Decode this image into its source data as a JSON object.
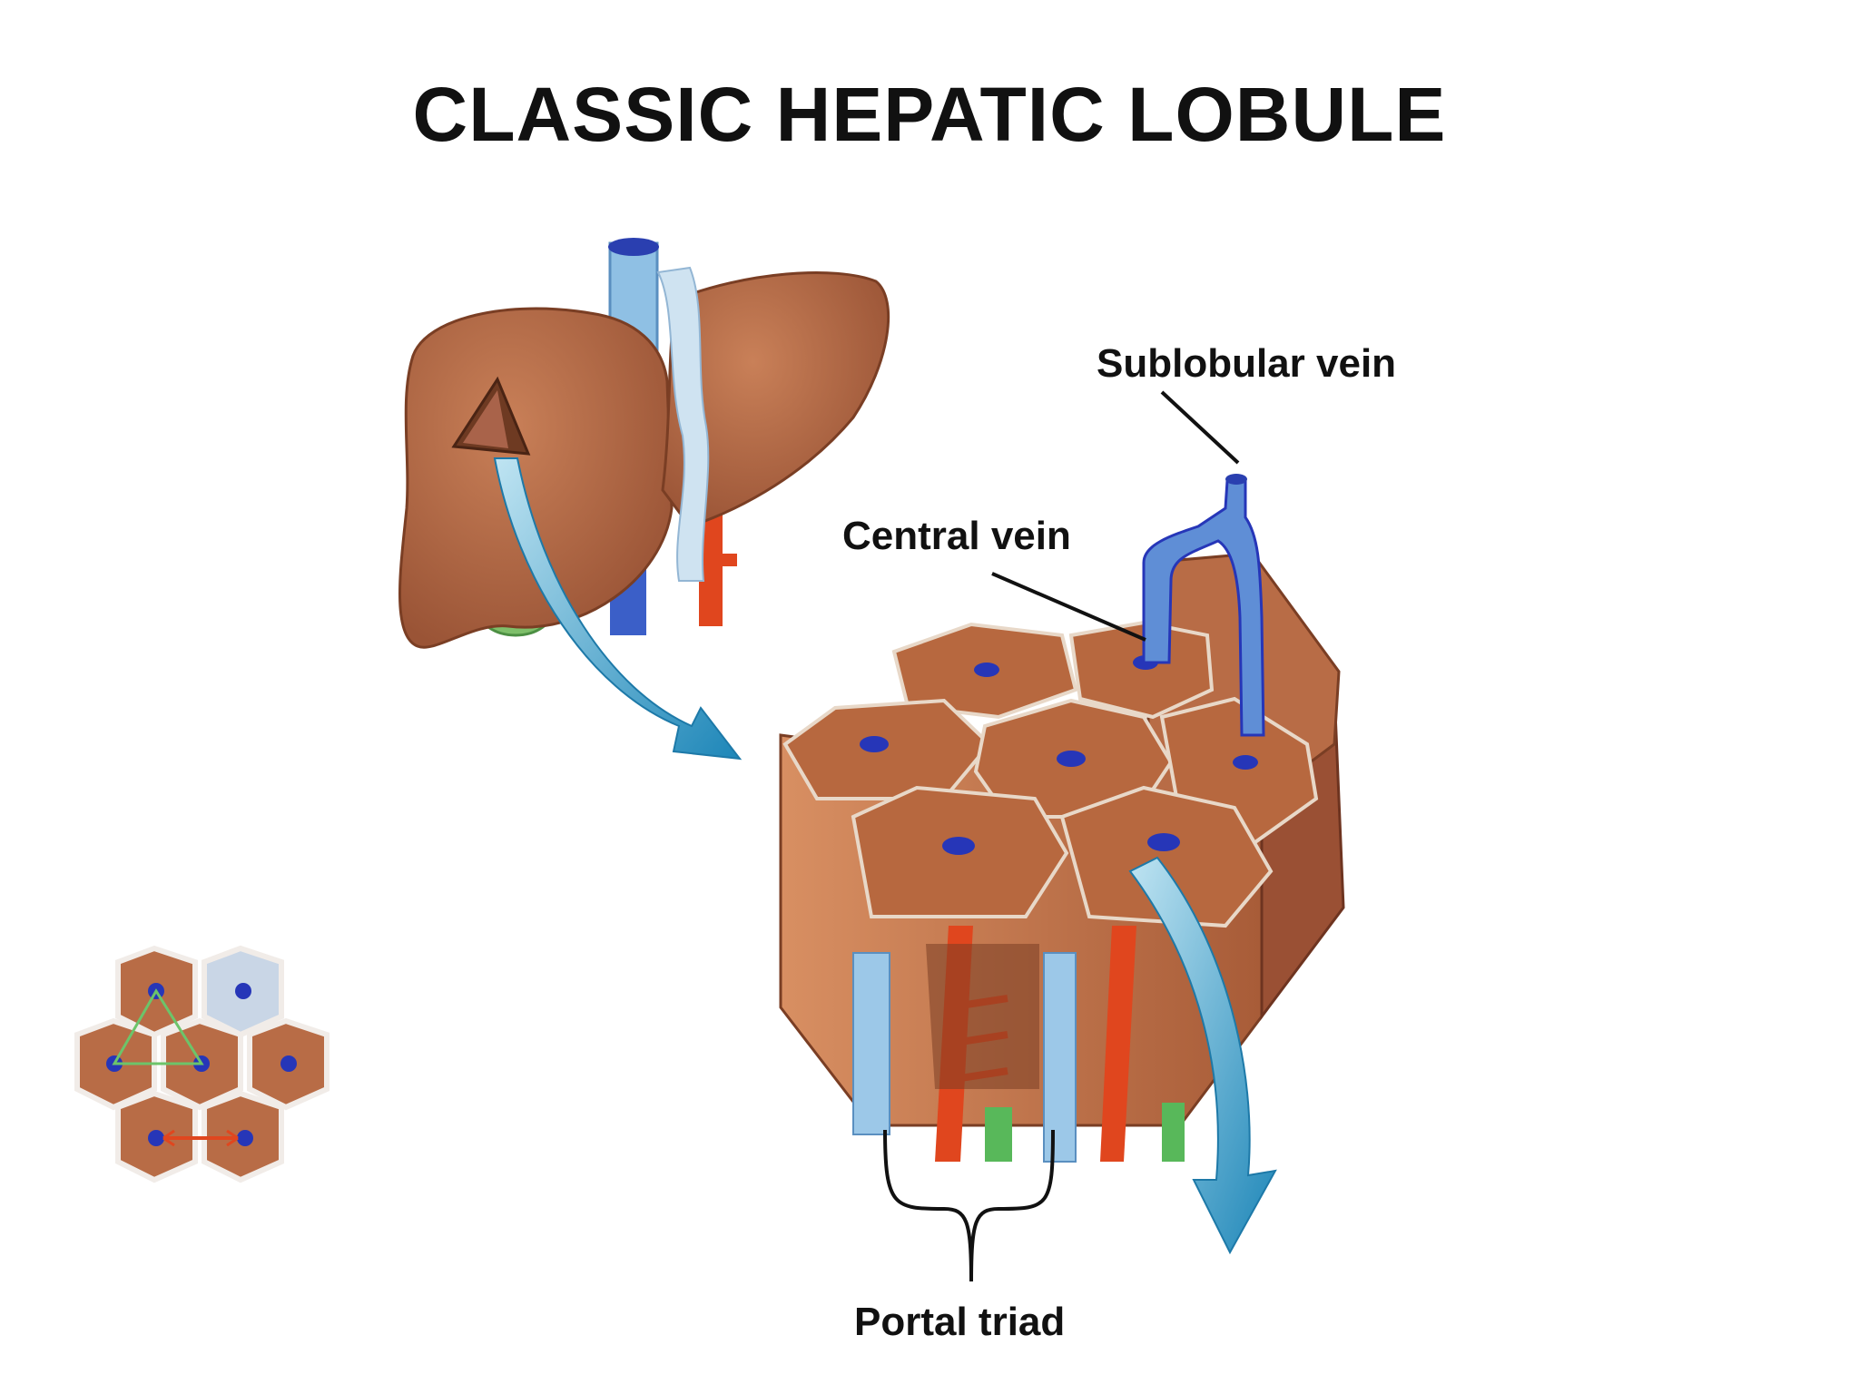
{
  "title": "CLASSIC HEPATIC LOBULE",
  "labels": {
    "sublobular_vein": "Sublobular vein",
    "central_vein": "Central vein",
    "portal_triad": "Portal triad"
  },
  "colors": {
    "liver": "#b86c46",
    "vein_blue": "#2636b8",
    "vessel_light_blue": "#9cc8e8",
    "artery_red": "#e0461e",
    "bile_duct_green": "#58b85a",
    "flow_arrow": "#2c98c4"
  }
}
